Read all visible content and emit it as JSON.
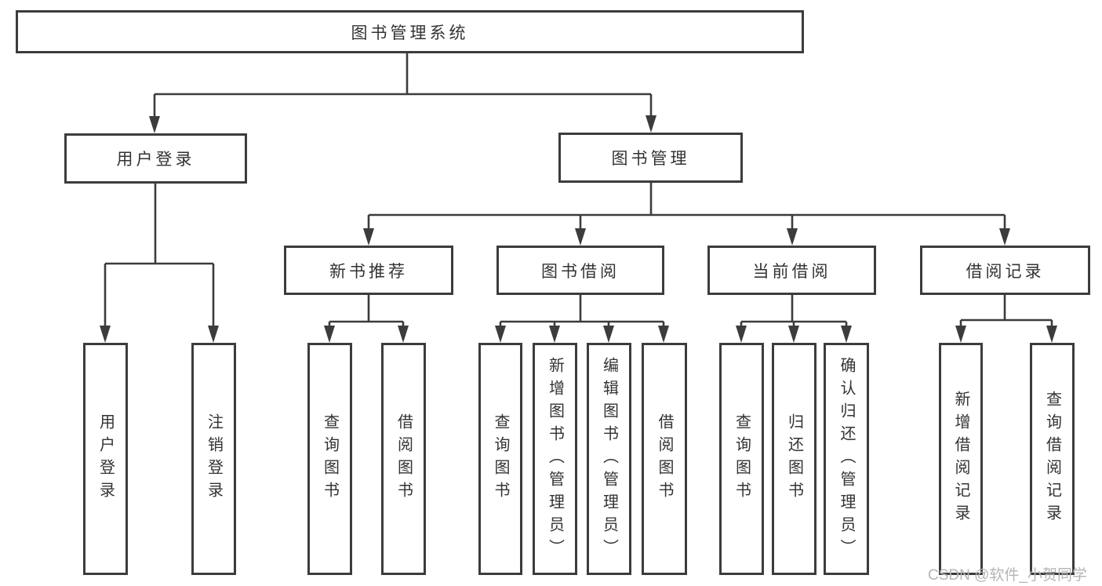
{
  "nodes": {
    "root": "图书管理系统",
    "user_login": "用户登录",
    "book_mgmt": "图书管理",
    "new_book_rec": "新书推荐",
    "book_borrow": "图书借阅",
    "current_borrow": "当前借阅",
    "borrow_records": "借阅记录",
    "leaf_user_login": "用户登录",
    "leaf_logout": "注销登录",
    "leaf_query_books_1": "查询图书",
    "leaf_borrow_books_1": "借阅图书",
    "leaf_query_books_2": "查询图书",
    "leaf_add_book": "新增图书（管理员）",
    "leaf_edit_book": "编辑图书（管理员）",
    "leaf_borrow_books_2": "借阅图书",
    "leaf_query_books_3": "查询图书",
    "leaf_return_book": "归还图书",
    "leaf_confirm_return": "确认归还（管理员）",
    "leaf_add_record": "新增借阅记录",
    "leaf_query_record": "查询借阅记录"
  },
  "watermark": "CSDN @软件_小贺同学",
  "colors": {
    "line": "#3c3c3c",
    "box_border": "#3c3c3c",
    "text": "#333333",
    "background": "#ffffff",
    "watermark": "#b5b5b5"
  }
}
